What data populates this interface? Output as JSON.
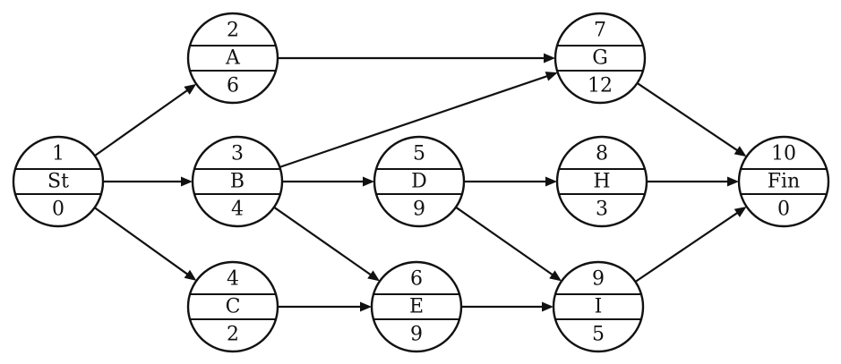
{
  "nodes": [
    {
      "id": "st",
      "top": "1",
      "name": "St",
      "bottom": "0"
    },
    {
      "id": "a",
      "top": "2",
      "name": "A",
      "bottom": "6"
    },
    {
      "id": "b",
      "top": "3",
      "name": "B",
      "bottom": "4"
    },
    {
      "id": "c",
      "top": "4",
      "name": "C",
      "bottom": "2"
    },
    {
      "id": "d",
      "top": "5",
      "name": "D",
      "bottom": "9"
    },
    {
      "id": "e",
      "top": "6",
      "name": "E",
      "bottom": "9"
    },
    {
      "id": "g",
      "top": "7",
      "name": "G",
      "bottom": "12"
    },
    {
      "id": "h",
      "top": "8",
      "name": "H",
      "bottom": "3"
    },
    {
      "id": "i",
      "top": "9",
      "name": "I",
      "bottom": "5"
    },
    {
      "id": "fin",
      "top": "10",
      "name": "Fin",
      "bottom": "0"
    }
  ],
  "edges": [
    [
      "st",
      "a"
    ],
    [
      "st",
      "b"
    ],
    [
      "st",
      "c"
    ],
    [
      "a",
      "g"
    ],
    [
      "b",
      "g"
    ],
    [
      "b",
      "d"
    ],
    [
      "b",
      "e"
    ],
    [
      "c",
      "e"
    ],
    [
      "d",
      "h"
    ],
    [
      "d",
      "i"
    ],
    [
      "e",
      "i"
    ],
    [
      "g",
      "fin"
    ],
    [
      "h",
      "fin"
    ],
    [
      "i",
      "fin"
    ]
  ]
}
